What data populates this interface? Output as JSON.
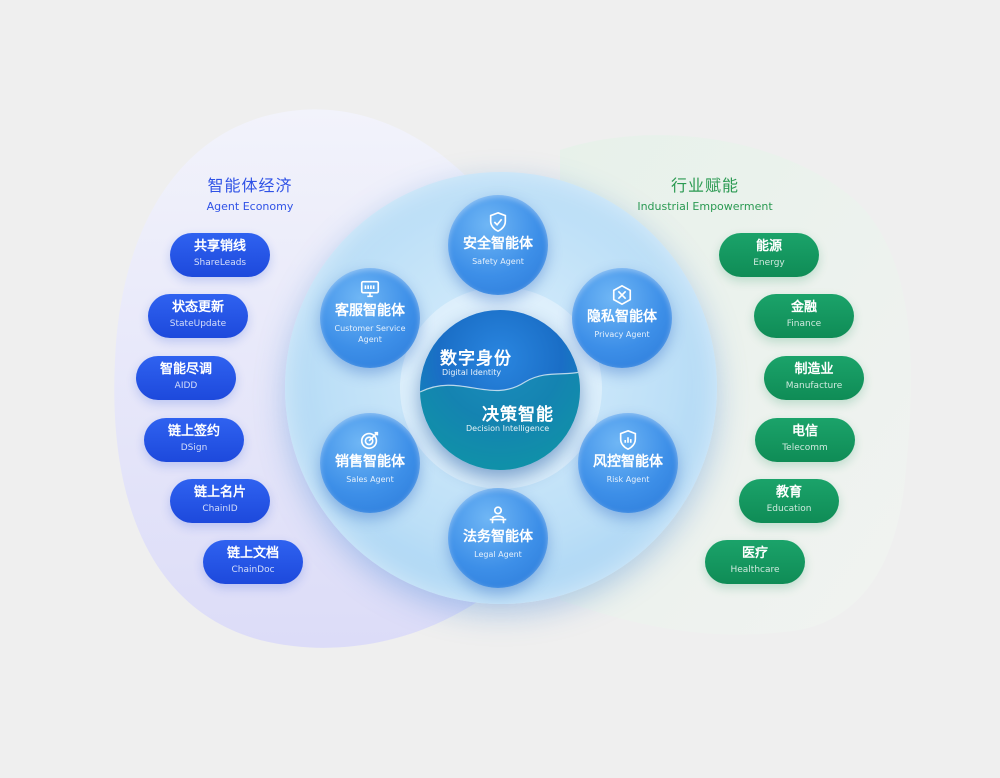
{
  "colors": {
    "left_accent": "#2f52e6",
    "right_accent": "#2b9a52",
    "agent_blue": "#3d8fe8",
    "pill_blue": "#1d49dc",
    "pill_green": "#0f8c56"
  },
  "left_section": {
    "title": "智能体经济",
    "subtitle": "Agent Economy",
    "items": [
      {
        "zh": "共享销线",
        "en": "ShareLeads"
      },
      {
        "zh": "状态更新",
        "en": "StateUpdate"
      },
      {
        "zh": "智能尽调",
        "en": "AIDD"
      },
      {
        "zh": "链上签约",
        "en": "DSign"
      },
      {
        "zh": "链上名片",
        "en": "ChainID"
      },
      {
        "zh": "链上文档",
        "en": "ChainDoc"
      }
    ]
  },
  "right_section": {
    "title": "行业赋能",
    "subtitle": "Industrial Empowerment",
    "items": [
      {
        "zh": "能源",
        "en": "Energy"
      },
      {
        "zh": "金融",
        "en": "Finance"
      },
      {
        "zh": "制造业",
        "en": "Manufacture"
      },
      {
        "zh": "电信",
        "en": "Telecomm"
      },
      {
        "zh": "教育",
        "en": "Education"
      },
      {
        "zh": "医疗",
        "en": "Healthcare"
      }
    ]
  },
  "agents": [
    {
      "zh": "安全智能体",
      "en": "Safety Agent",
      "icon": "shield-check-icon"
    },
    {
      "zh": "隐私智能体",
      "en": "Privacy Agent",
      "icon": "cross-box-icon"
    },
    {
      "zh": "风控智能体",
      "en": "Risk Agent",
      "icon": "shield-chart-icon"
    },
    {
      "zh": "法务智能体",
      "en": "Legal Agent",
      "icon": "person-desk-icon"
    },
    {
      "zh": "销售智能体",
      "en": "Sales Agent",
      "icon": "target-icon"
    },
    {
      "zh": "客服智能体",
      "en": "Customer Service Agent",
      "icon": "monitor-icon"
    }
  ],
  "core": {
    "title1": "数字身份",
    "subtitle1": "Digital Identity",
    "title2": "决策智能",
    "subtitle2": "Decision Intelligence"
  }
}
